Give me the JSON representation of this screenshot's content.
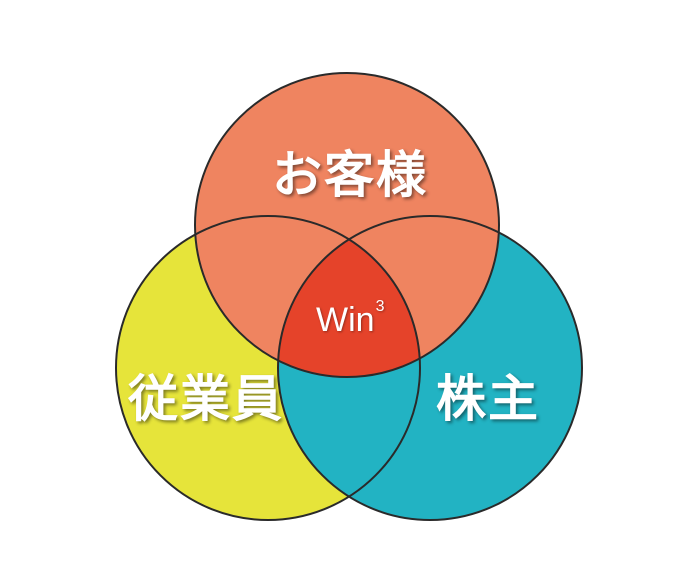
{
  "diagram": {
    "circles": {
      "customers": {
        "label": "お客様",
        "color": "#ef8460"
      },
      "employees": {
        "label": "従業員",
        "color": "#e6e43a"
      },
      "shareholders": {
        "label": "株主",
        "color": "#22b3c3"
      }
    },
    "center": {
      "text": "Win",
      "superscript": "3",
      "color": "#e5432a"
    },
    "outline_color": "#2a2a2a"
  }
}
